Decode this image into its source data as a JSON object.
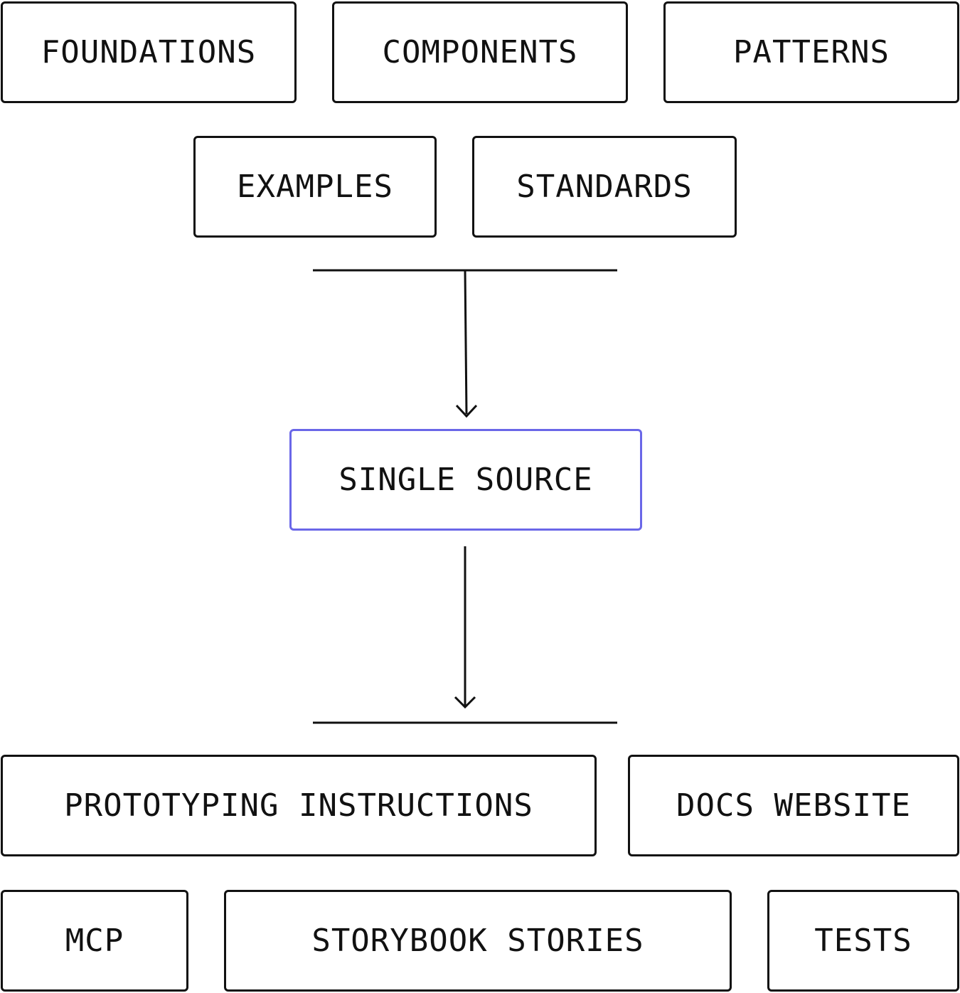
{
  "inputs": {
    "foundations": "FOUNDATIONS",
    "components": "COMPONENTS",
    "patterns": "PATTERNS",
    "examples": "EXAMPLES",
    "standards": "STANDARDS"
  },
  "center": {
    "single_source": "SINGLE SOURCE",
    "accent_color": "#6a67e8"
  },
  "outputs": {
    "prototyping_instructions": "PROTOTYPING INSTRUCTIONS",
    "docs_website": "DOCS WEBSITE",
    "mcp": "MCP",
    "storybook_stories": "STORYBOOK STORIES",
    "tests": "TESTS"
  },
  "colors": {
    "line": "#111111",
    "background": "#ffffff"
  }
}
